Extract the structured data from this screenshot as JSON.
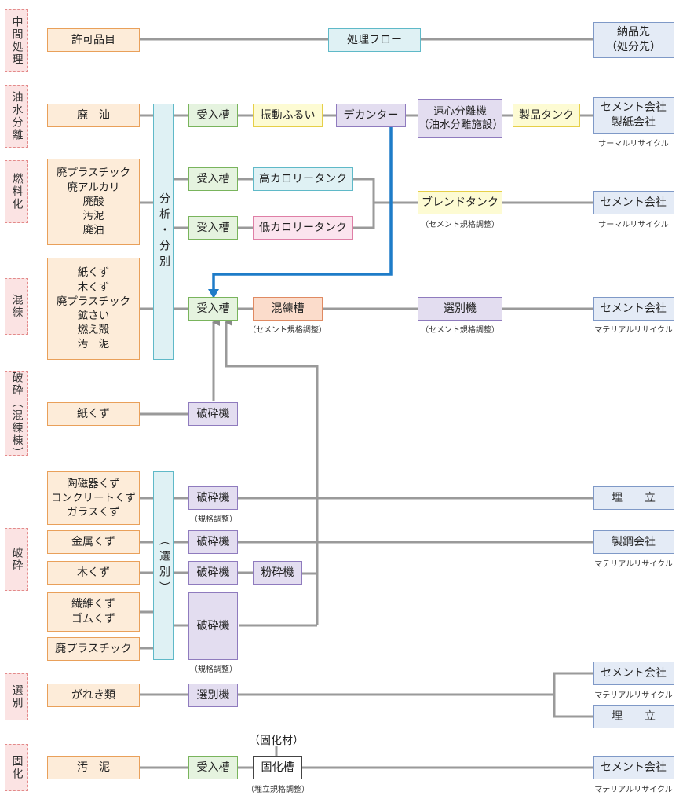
{
  "categories": {
    "intermediate": "中間処理",
    "oil_water": "油水分離",
    "fuel": "燃料化",
    "kneading": "混練",
    "crush_kneading": "破砕（混練棟）",
    "crushing": "破砕",
    "sorting": "選別",
    "solidify": "固化"
  },
  "header": {
    "permitted_items": "許可品目",
    "process_flow": "処理フロー",
    "delivery": "納品先\n（処分先）"
  },
  "sources": {
    "waste_oil": "廃　油",
    "fuel_group": "廃プラスチック\n廃アルカリ\n廃酸\n汚泥\n廃油",
    "knead_group": "紙くず\n木くず\n廃プラスチック\n鉱さい\n燃え殻\n汚　泥",
    "paper": "紙くず",
    "ceramics": "陶磁器くず\nコンクリートくず\nガラスくず",
    "metal": "金属くず",
    "wood": "木くず",
    "fiber": "繊維くず\nゴムくず",
    "plastic": "廃プラスチック",
    "rubble": "がれき類",
    "sludge": "汚　泥"
  },
  "process": {
    "analysis": "分析・分別",
    "sorting_col": "（選別）",
    "receiving": "受入槽",
    "vibrating_sieve": "振動ふるい",
    "decanter": "デカンター",
    "centrifuge": "遠心分離機\n（油水分離施設）",
    "product_tank": "製品タンク",
    "high_cal_tank": "高カロリータンク",
    "low_cal_tank": "低カロリータンク",
    "blend_tank": "ブレンドタンク",
    "kneading_tank": "混練槽",
    "sorter": "選別機",
    "crusher": "破砕機",
    "pulverizer": "粉砕機",
    "solidify_tank": "固化槽",
    "solidifier": "（固化材）"
  },
  "notes": {
    "cement_spec": "（セメント規格調整）",
    "spec_adjust": "（規格調整）",
    "landfill_spec": "（埋立規格調整）"
  },
  "destinations": {
    "cement_paper": "セメント会社\n製紙会社",
    "cement": "セメント会社",
    "landfill": "埋　　立",
    "steel": "製鋼会社"
  },
  "recycle": {
    "thermal": "サーマルリサイクル",
    "material": "マテリアルリサイクル"
  },
  "colors": {
    "line": "#9a9a9a",
    "accent_line": "#1e7cc8"
  }
}
